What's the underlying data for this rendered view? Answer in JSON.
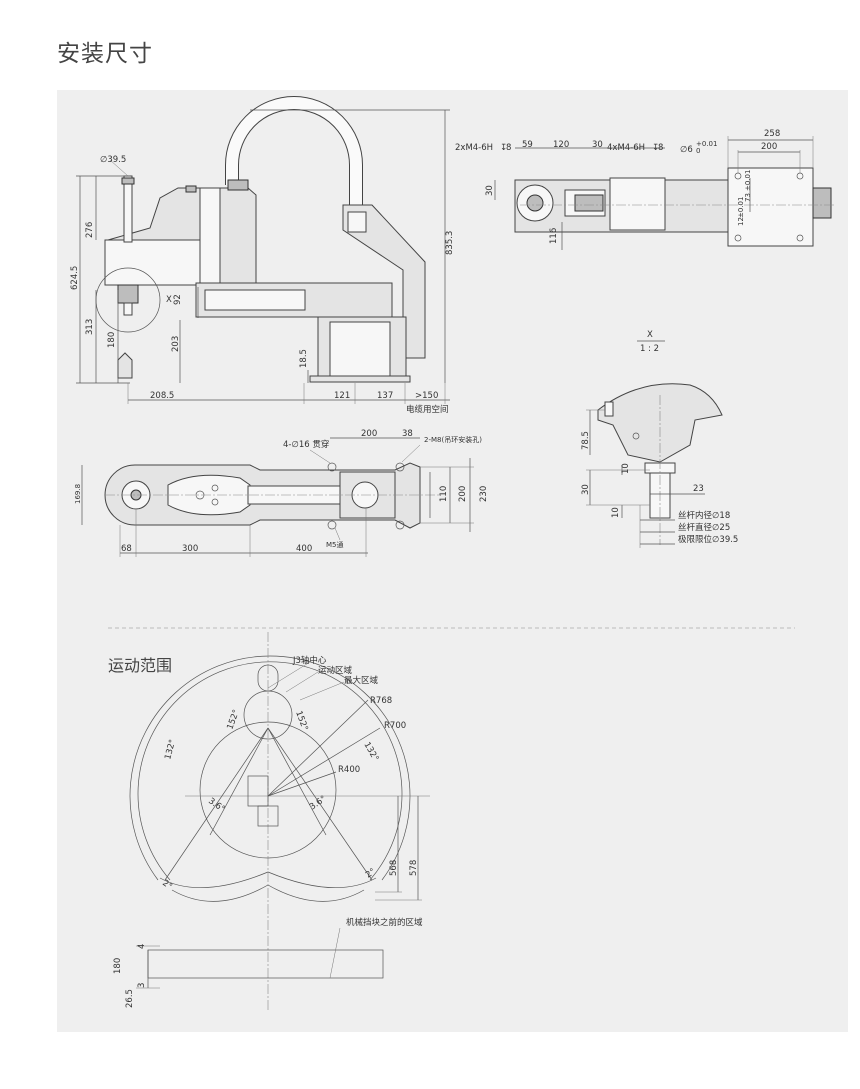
{
  "page": {
    "title": "安装尺寸"
  },
  "side_view": {
    "dims": {
      "d39_5": "∅39.5",
      "d276": "276",
      "d624_5": "624.5",
      "d313": "313",
      "d180": "180",
      "d203": "203",
      "d92": "92",
      "x_label": "X",
      "d18_5": "18.5",
      "d835_3": "835.3",
      "d208_5": "208.5",
      "d121": "121",
      "d137": "137",
      "d150": ">150"
    },
    "cable_space": "电缆用空间"
  },
  "top_base_view": {
    "dims": {
      "tap1": "2xM4-6H",
      "tap1_depth": "8",
      "d59": "59",
      "d120": "120",
      "d30a": "30",
      "tap2": "4xM4-6H",
      "tap2_depth": "8",
      "pin": "∅6",
      "pin_tol_upper": "+0.01",
      "pin_tol_lower": "0",
      "d258": "258",
      "d200": "200",
      "d30b": "30",
      "d116": "116",
      "d73": "73",
      "d73_tol": "±0.01",
      "d12": "12",
      "d12_tol": "±0.01"
    }
  },
  "scale_note": {
    "label": "X",
    "ratio": "1 : 2"
  },
  "detail_x": {
    "dims": {
      "d78_5": "78.5",
      "d10a": "10",
      "d30": "30",
      "d10b": "10",
      "d23": "23"
    },
    "notes": [
      "丝杆内径∅18",
      "丝杆直径∅25",
      "极限限位∅39.5"
    ]
  },
  "plan_view": {
    "dims": {
      "through": "4-∅16 贯穿",
      "d200": "200",
      "d38": "38",
      "lift": "2-M8(吊环安装孔)",
      "d169_8": "169.8",
      "d110": "110",
      "d200b": "200",
      "d230": "230",
      "d68": "68",
      "d300": "300",
      "d400": "400",
      "m5": "M5通"
    }
  },
  "motion_range": {
    "title": "运动范围",
    "labels": {
      "j3": "J3轴中心",
      "motion_area": "运动区域",
      "max_area": "最大区域",
      "r768": "R768",
      "r700": "R700",
      "r400": "R400",
      "a152a": "152°",
      "a152b": "152°",
      "a132a": "132°",
      "a132b": "132°",
      "a3_6a": "3.6°",
      "a3_6b": "3.6°",
      "a2a": "2°",
      "a2b": "2°",
      "d568": "568",
      "d578": "578",
      "stop_area": "机械挡块之前的区域",
      "d4": "4",
      "d180": "180",
      "d26_5": "26.5",
      "d3": "3"
    }
  }
}
